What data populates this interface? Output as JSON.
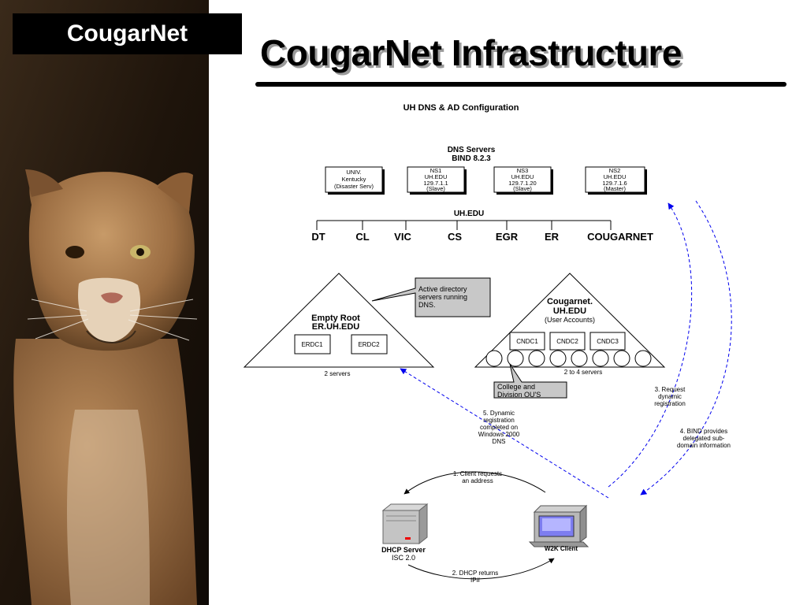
{
  "slide": {
    "brand": "CougarNet",
    "title": "CougarNet Infrastructure"
  },
  "diagram": {
    "heading": "UH DNS & AD Configuration",
    "dns_servers": {
      "title_line1": "DNS Servers",
      "title_line2": "BIND 8.2.3",
      "servers": [
        {
          "lines": [
            "UNIV.",
            "Kentucky",
            "(Disaster Serv)"
          ]
        },
        {
          "lines": [
            "NS1",
            "UH.EDU",
            "129.7.1.1",
            "(Slave)"
          ]
        },
        {
          "lines": [
            "NS3",
            "UH.EDU",
            "129.7.1.20",
            "(Slave)"
          ]
        },
        {
          "lines": [
            "NS2",
            "UH.EDU",
            "129.7.1.6",
            "(Master)"
          ]
        }
      ]
    },
    "domain_tree": {
      "root": "UH.EDU",
      "children": [
        "DT",
        "CL",
        "VIC",
        "CS",
        "EGR",
        "ER",
        "COUGARNET"
      ]
    },
    "empty_root": {
      "title_line1": "Empty Root",
      "title_line2": "ER.UH.EDU",
      "servers": [
        "ERDC1",
        "ERDC2"
      ],
      "caption": "2 servers"
    },
    "ad_callout": [
      "Active directory",
      "servers running",
      "DNS."
    ],
    "cougarnet_domain": {
      "title_line1": "Cougarnet.",
      "title_line2": "UH.EDU",
      "subtitle": "(User Accounts)",
      "servers": [
        "CNDC1",
        "CNDC2",
        "CNDC3"
      ],
      "caption": "2 to 4 servers"
    },
    "ou_callout": [
      "College and",
      "Division OU'S"
    ],
    "steps": {
      "step1": [
        "1.  Client requests",
        "an address"
      ],
      "step2": [
        "2.  DHCP returns",
        "IP#"
      ],
      "step3": [
        "3. Request",
        "dynamic",
        "registration"
      ],
      "step4": [
        "4. BIND provides",
        "delegated sub-",
        "domain information"
      ],
      "step5": [
        "5. Dynamic",
        "registration",
        "completed on",
        "Windows 2000",
        "DNS"
      ]
    },
    "dhcp": {
      "title": "DHCP Server",
      "subtitle": "ISC 2.0"
    },
    "client": {
      "title": "W2K Client"
    }
  },
  "colors": {
    "accent_arrow": "#0000ee",
    "callout_fill": "#c8c8c8",
    "title_shadow": "#9a9a9a"
  }
}
